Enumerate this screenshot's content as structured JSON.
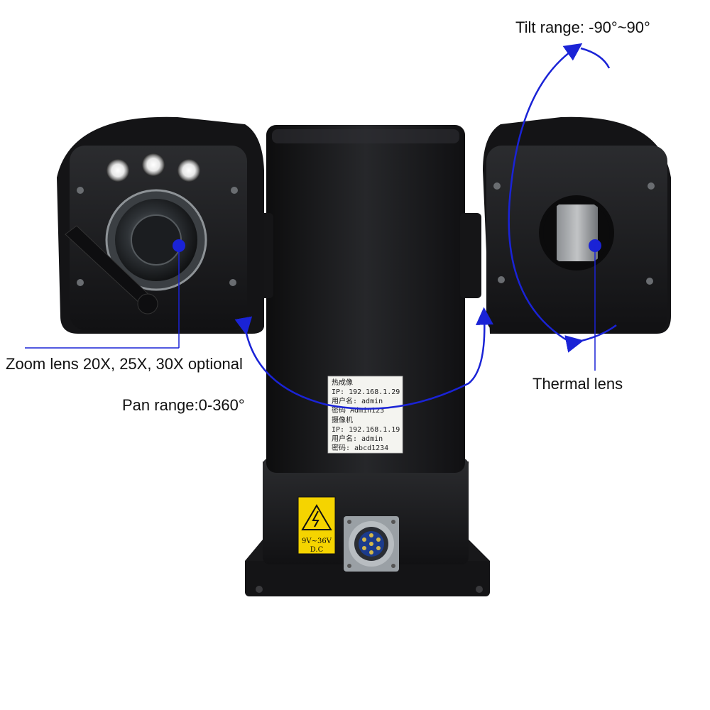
{
  "annotations": {
    "tilt_range": "Tilt range: -90°~90°",
    "zoom_lens": "Zoom lens 20X, 25X, 30X optional",
    "pan_range": "Pan range:0-360°",
    "thermal_lens": "Thermal lens"
  },
  "sticker": {
    "thermal_title": "热成像",
    "thermal_ip": "IP: 192.168.1.29",
    "thermal_user": "用户名: admin",
    "thermal_pass": "密码 Admin123",
    "camera_title": "摄像机",
    "camera_ip": "IP: 192.168.1.19",
    "camera_user": "用户名: admin",
    "camera_pass": "密码: abcd1234"
  },
  "power_plate": {
    "voltage": "9V~36V",
    "type": "D.C"
  },
  "colors": {
    "arrow": "#1a23d6",
    "body": "#1b1b1d",
    "sticker_bg": "#f4f4f0",
    "warning": "#f5d400"
  },
  "icons": [
    "high-voltage-warning-icon",
    "connector-icon",
    "arrow-icon"
  ]
}
